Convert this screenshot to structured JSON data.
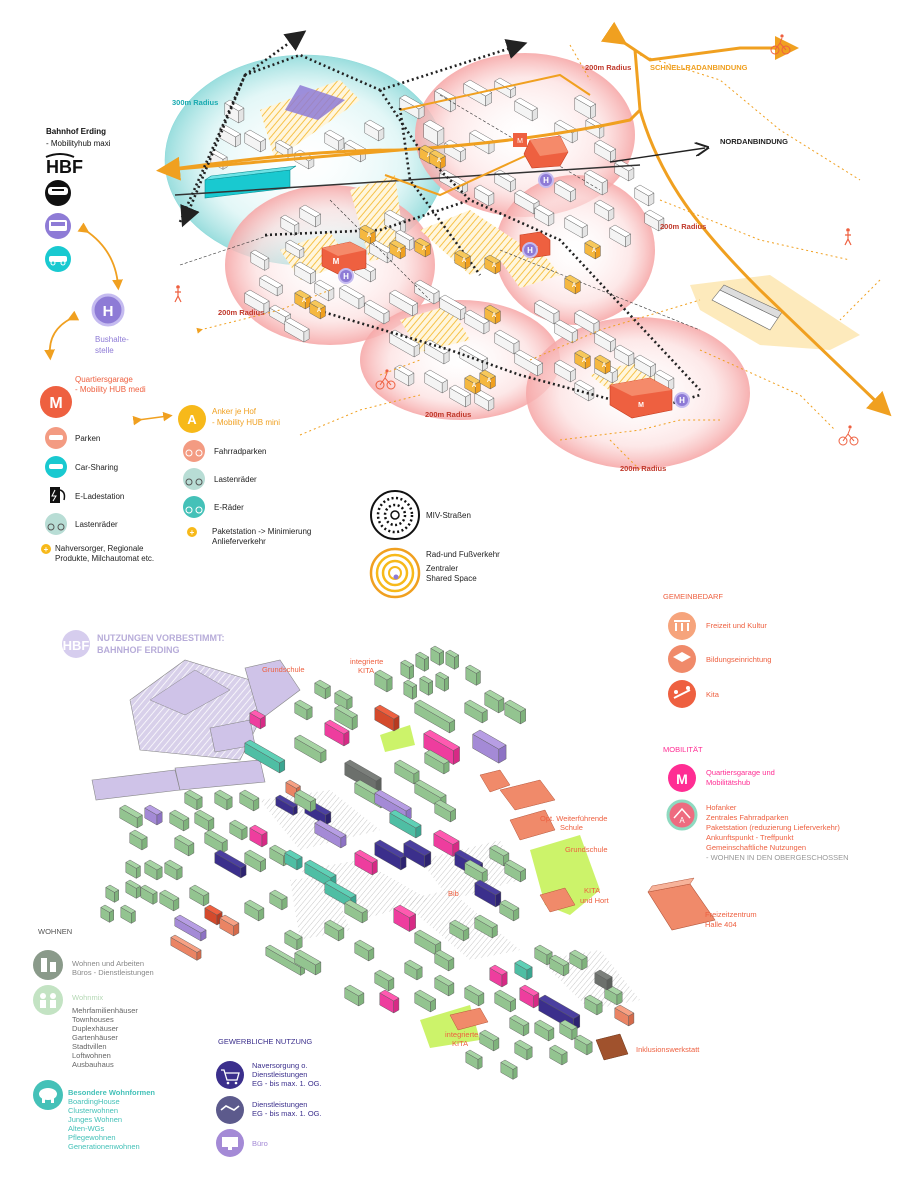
{
  "top": {
    "hbf_title": "Bahnhof Erding",
    "hbf_sub": "- Mobilityhub maxi",
    "hbf_logo": "HBF",
    "radius_300": "300m Radius",
    "radius_200": "200m Radius",
    "schnellrad": "SCHNELLRADANBINDUNG",
    "nordanbindung": "NORDANBINDUNG",
    "bus_line1": "Bushalte-",
    "bus_line2": "stelle",
    "quartier_title": "Quartiersgarage",
    "quartier_sub": "- Mobility HUB medi",
    "anker_title": "Anker je Hof",
    "anker_sub": "- Mobility HUB mini",
    "left_legend": [
      "Parken",
      "Car-Sharing",
      "E-Ladestation",
      "Lastenräder"
    ],
    "nahversorger_line1": "Nahversorger, Regionale",
    "nahversorger_line2": "Produkte, Milchautomat etc.",
    "right_legend": [
      "Fahrradparken",
      "Lastenräder",
      "E-Räder"
    ],
    "paket_line1": "Paketstation -> Minimierung",
    "paket_line2": "Anlieferverkehr",
    "miv": "MIV-Straßen",
    "rad": "Rad-und Fußverkehr",
    "shared_line1": "Zentraler",
    "shared_line2": "Shared Space",
    "letters": {
      "M": "M",
      "A": "A",
      "H": "H",
      "plus": "+"
    }
  },
  "bottom": {
    "hbf_logo": "HBF",
    "nutzungen_line1": "NUTZUNGEN VORBESTIMMT:",
    "nutzungen_line2": "BAHNHOF ERDING",
    "gemeinbedarf": "GEMEINBEDARF",
    "gemein_items": [
      "Freizeit und Kultur",
      "Bildungseinrichtung",
      "Kita"
    ],
    "mobilitaet": "MOBILITÄT",
    "quartier_line1": "Quartiersgarage und",
    "quartier_line2": "Mobilitätshub",
    "hofanker_lines": [
      "Hofanker",
      "Zentrales Fahrradparken",
      "Paketstation (reduzierung Lieferverkehr)",
      "Ankunftspunkt - Treffpunkt",
      "Gemeinschaftliche Nutzungen",
      "- WOHNEN IN DEN OBERGESCHOSSEN"
    ],
    "freizeit_line1": "Freizeitzentrum",
    "freizeit_line2": "Halle 404",
    "map_labels": {
      "grundschule1": "Grundschule",
      "kita1_l1": "integrierte",
      "kita1_l2": "KITA",
      "schule_l1": "Opt. Weiterführende",
      "schule_l2": "Schule",
      "grundschule2": "Grundschule",
      "kitahort_l1": "KITA",
      "kitahort_l2": "und Hort",
      "bib": "Bib",
      "kita2_l1": "integrierte",
      "kita2_l2": "KITA",
      "inklusion": "Inklusionswerkstatt"
    },
    "wohnen_title": "WOHNEN",
    "wohnen_arbeiten_l1": "Wohnen und Arbeiten",
    "wohnen_arbeiten_l2": "Büros - Dienstleistungen",
    "wohnmix_title": "Wohnmix",
    "wohnmix_items": [
      "Mehrfamilienhäuser",
      "Townhouses",
      "Duplexhäuser",
      "Gartenhäuser",
      "Stadtvillen",
      "Loftwohnen",
      "Ausbauhaus"
    ],
    "besondere_title": "Besondere Wohnformen",
    "besondere_items": [
      "BoardingHouse",
      "Clusterwohnen",
      "Junges Wohnen",
      "Alten-WGs",
      "Pflegewohnen",
      "Generationenwohnen"
    ],
    "gewerbe_title": "GEWERBLICHE NUTZUNG",
    "versorgung_lines": [
      "Naversorgung o.",
      "Dienstleistungen",
      "EG - bis max. 1. OG."
    ],
    "dienst_lines": [
      "Dienstleistungen",
      "EG - bis max. 1. OG."
    ],
    "buero": "Büro"
  },
  "colors": {
    "orange": "#f0a020",
    "orange_dark": "#e8891a",
    "red": "#ee6040",
    "purple": "#8e7bd6",
    "cyan": "#19c9d0",
    "teal": "#44c1b8",
    "pink": "#ff3aa0",
    "navy": "#3b2f8c",
    "lilac": "#a48ad6",
    "green": "#a7d4a4",
    "salmon": "#f08a6a",
    "lime": "#c6f25a"
  },
  "icons": [
    "hbf-logo-icon",
    "train-icon",
    "bus-icon",
    "car-sharing-icon",
    "parking-icon",
    "charging-station-icon",
    "cargo-bike-icon",
    "bike-parking-icon",
    "e-bike-icon",
    "cyclist-icon",
    "pedestrian-icon",
    "shopping-cart-icon",
    "handshake-icon",
    "monitor-icon",
    "building-icon",
    "graduation-cap-icon",
    "playground-icon",
    "house-icon",
    "family-icon",
    "elephant-icon"
  ]
}
